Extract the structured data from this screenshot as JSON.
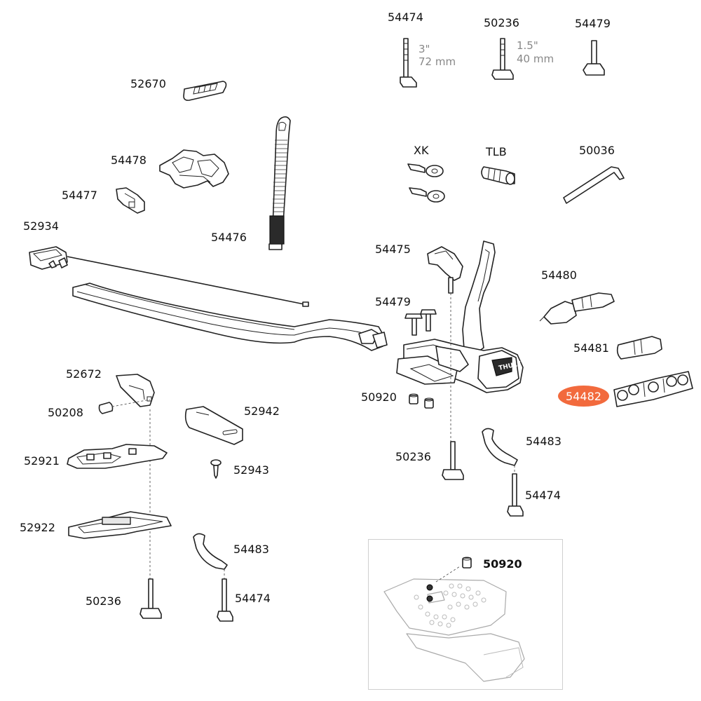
{
  "labels": {
    "p54474_top": "54474",
    "p50236_top": "50236",
    "p54479_top": "54479",
    "p52670": "52670",
    "p54478": "54478",
    "p54477": "54477",
    "p52934": "52934",
    "p54476": "54476",
    "xk": "XK",
    "tlb": "TLB",
    "p50036": "50036",
    "p54475": "54475",
    "p54480": "54480",
    "p54479_mid": "54479",
    "p54481": "54481",
    "p54482": "54482",
    "p50920_mid": "50920",
    "p52672": "52672",
    "p50208": "50208",
    "p52942": "52942",
    "p52921": "52921",
    "p52943": "52943",
    "p50236_mid": "50236",
    "p54483_mid": "54483",
    "p54474_mid": "54474",
    "p52922": "52922",
    "p54483_low": "54483",
    "p54474_low": "54474",
    "p50236_low": "50236",
    "p50920_inset": "50920"
  },
  "dimensions": {
    "bolt_72_in": "3\"",
    "bolt_72_mm": "72 mm",
    "bolt_40_in": "1.5\"",
    "bolt_40_mm": "40 mm"
  },
  "brand_mark": "THULE",
  "colors": {
    "highlight": "#f26a3d",
    "line": "#222222",
    "dimension_text": "#888888",
    "inset_faded": "#aaaaaa"
  },
  "highlighted_part": "54482"
}
